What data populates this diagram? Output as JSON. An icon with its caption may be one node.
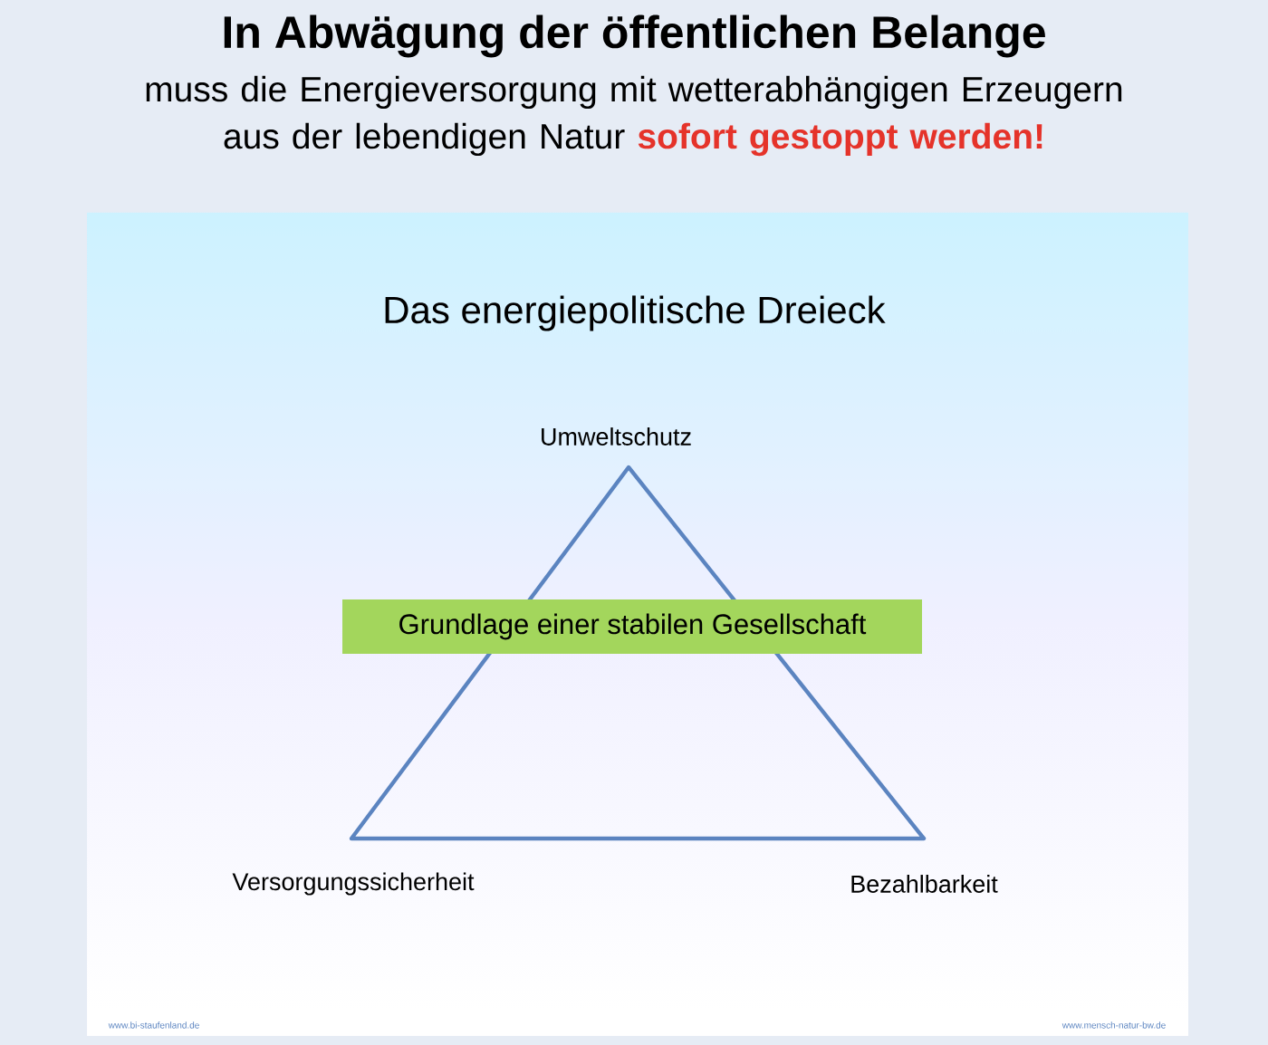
{
  "diagram": {
    "title": "In Abwägung der öffentlichen Belange",
    "nodes": [
      {
        "text": [
          "Grundlage einer stabilen Gesellschaft"
        ]
      }
    ],
    "labels": [
      "muss die Energieversorgung mit wetterabhängigen Erzeugern aus der lebendigen Natur",
      "sofort gestoppt werden!",
      "Das energiepolitische Dreieck",
      "Umweltschutz",
      "Versorgungssicherheit",
      "Bezahlbarkeit",
      "www.bi-staufenland.de",
      "www.mensch-natur-bw.de"
    ]
  }
}
